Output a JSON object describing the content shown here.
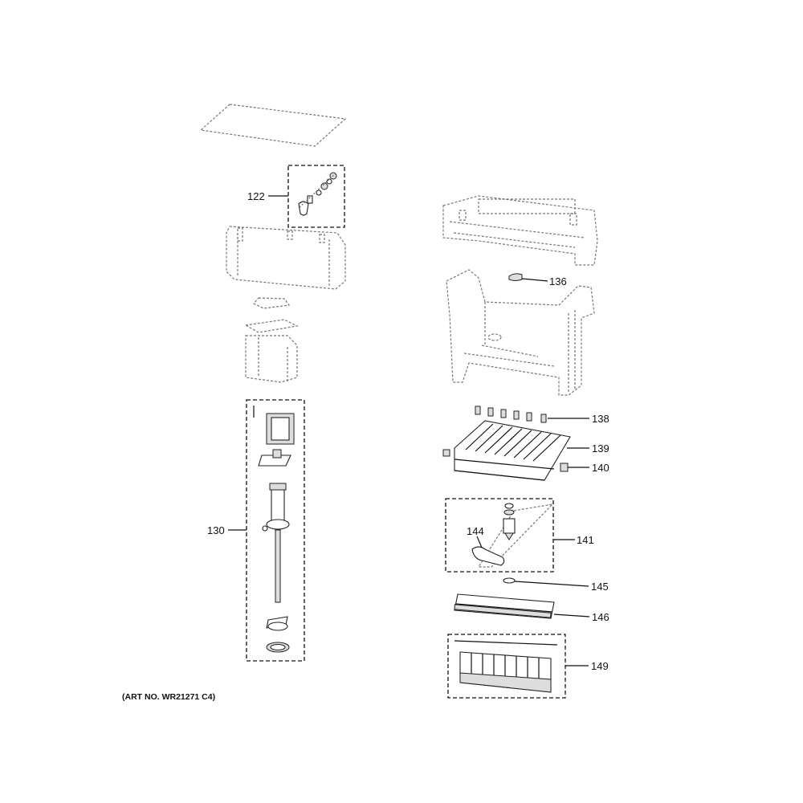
{
  "callouts": [
    {
      "id": "122",
      "label": "122"
    },
    {
      "id": "130",
      "label": "130"
    },
    {
      "id": "136",
      "label": "136"
    },
    {
      "id": "138",
      "label": "138"
    },
    {
      "id": "139",
      "label": "139"
    },
    {
      "id": "140",
      "label": "140"
    },
    {
      "id": "141",
      "label": "141"
    },
    {
      "id": "144",
      "label": "144"
    },
    {
      "id": "145",
      "label": "145"
    },
    {
      "id": "146",
      "label": "146"
    },
    {
      "id": "149",
      "label": "149"
    }
  ],
  "art_number": "(ART NO. WR21271 C4)"
}
